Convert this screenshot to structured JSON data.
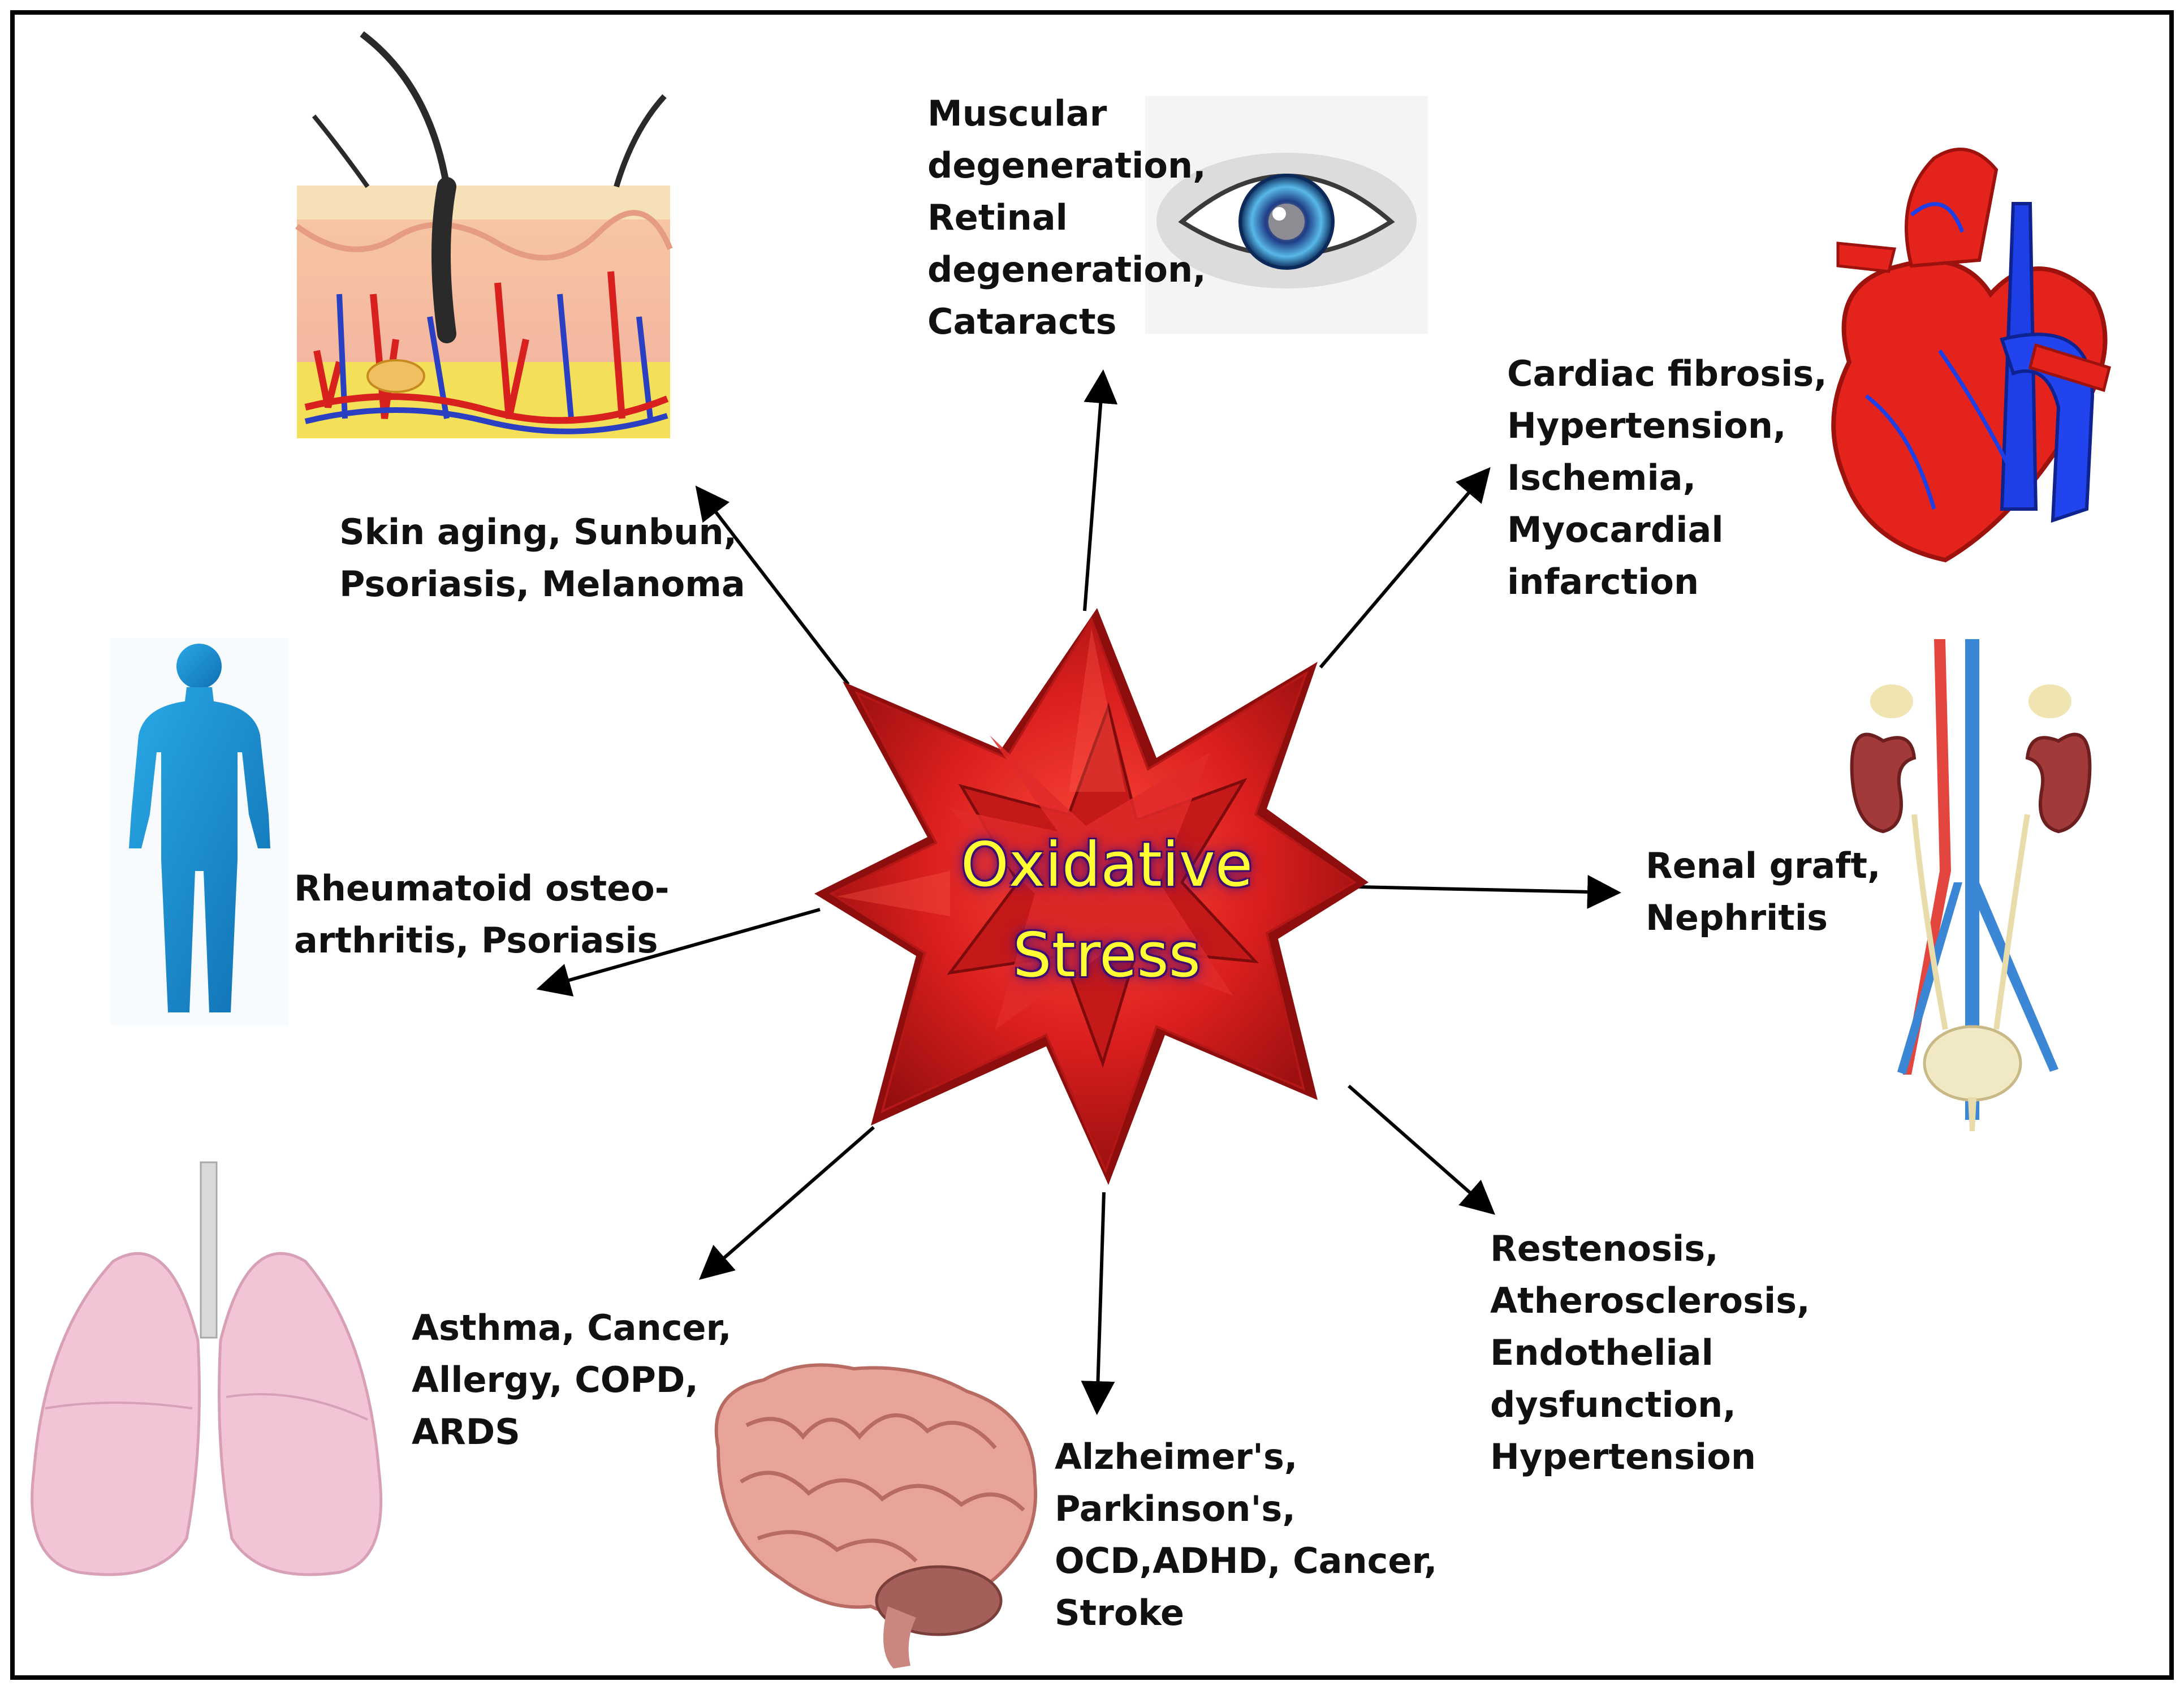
{
  "center": {
    "line1": "Oxidative",
    "line2": "Stress"
  },
  "labels": {
    "eye": [
      "Muscular",
      "degeneration,",
      "Retinal",
      "degeneration,",
      "Cataracts"
    ],
    "skin": [
      "Skin aging, Sunbun,",
      "Psoriasis, Melanoma"
    ],
    "heart": [
      "Cardiac fibrosis,",
      "Hypertension,",
      "Ischemia,",
      "Myocardial",
      "infarction"
    ],
    "body": [
      "Rheumatoid osteo-",
      "arthritis, Psoriasis"
    ],
    "kidney": [
      "Renal graft,",
      "Nephritis"
    ],
    "lungs": [
      "Asthma, Cancer,",
      "Allergy, COPD,",
      "ARDS"
    ],
    "brain": [
      "Alzheimer's,",
      "Parkinson's,",
      "OCD,ADHD, Cancer,",
      "Stroke"
    ],
    "vessels": [
      "Restenosis,",
      "Atherosclerosis,",
      "Endothelial",
      "dysfunction,",
      "Hypertension"
    ]
  },
  "colors": {
    "star": "#d81e1e",
    "star_dark": "#8e0d0d",
    "title_text": "#ffff33",
    "body_blue": "#1b8fd2",
    "lung_pink": "#f2c4d6",
    "brain_pink": "#e9a49a"
  },
  "icons": [
    "skin-layers-icon",
    "eye-icon",
    "heart-icon",
    "human-body-icon",
    "kidney-icon",
    "lungs-icon",
    "brain-icon",
    "oxidative-stress-star-icon"
  ]
}
